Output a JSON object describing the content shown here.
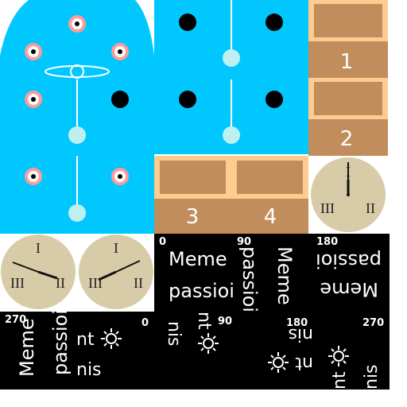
{
  "crates": {
    "labels": [
      "1",
      "2",
      "3",
      "4"
    ]
  },
  "clocks": {
    "numerals": {
      "top": "I",
      "left": "III",
      "right": "II"
    }
  },
  "text_tiles": {
    "rotations": [
      "0",
      "90",
      "180",
      "270"
    ],
    "words": {
      "first": "Meme",
      "second": "passioi",
      "third": "nis",
      "fourth": "nt"
    }
  },
  "colors": {
    "sky": "#00c8ff",
    "crate_outer": "#ffcb8f",
    "crate_inner": "#c28d5d",
    "clock_face": "#d8cba8",
    "panel": "#000000",
    "button_ring": "#ff9a9a"
  },
  "icons": [
    "eye-icon",
    "sun-icon",
    "clock-icon"
  ]
}
